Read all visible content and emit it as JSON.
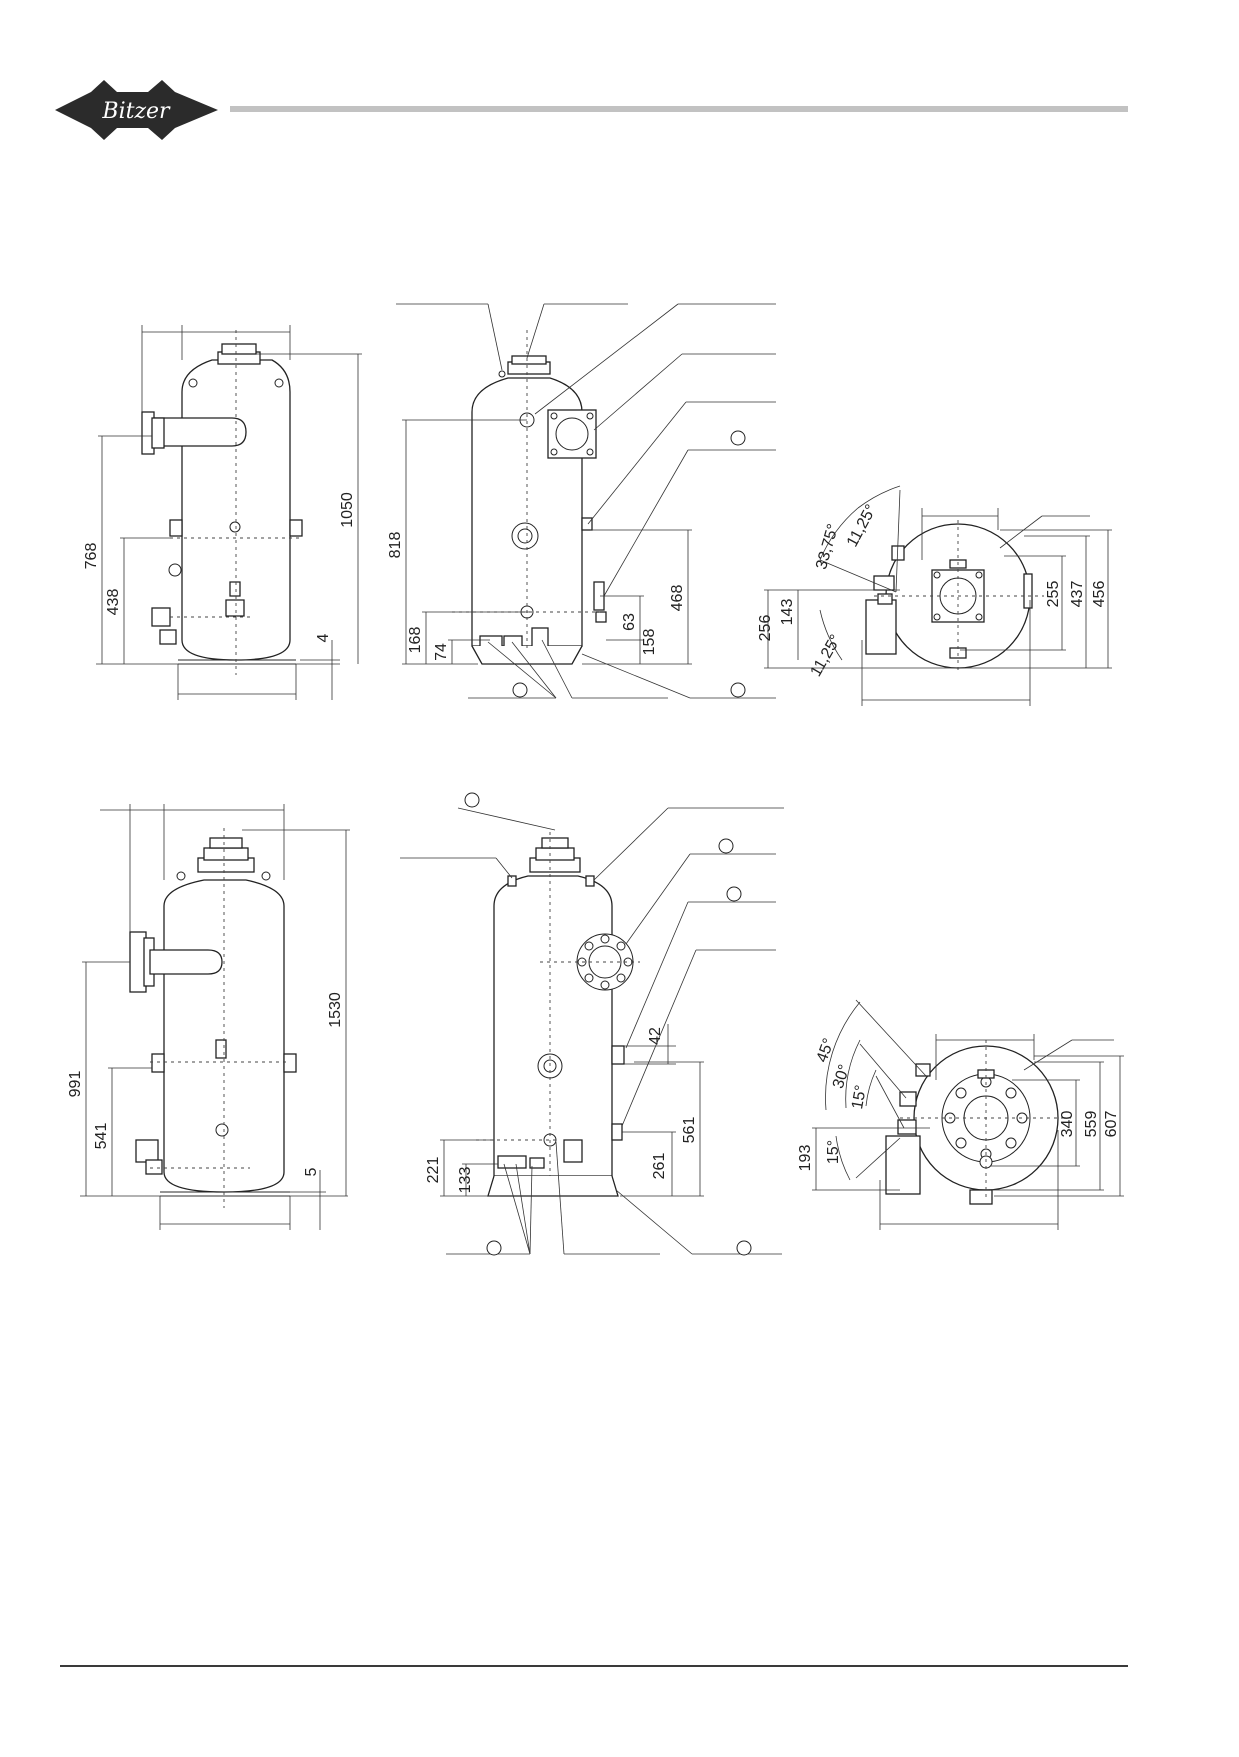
{
  "header": {
    "logo_text": "Bitzer",
    "colors": {
      "logo": "#2b2b2b",
      "rule": "#c2c2c2",
      "footer_rule": "#3a3a3a"
    }
  },
  "drawing_upper": {
    "front_dims": [
      "768",
      "438",
      "1050",
      "4"
    ],
    "side_dims": [
      "818",
      "168",
      "74",
      "63",
      "158",
      "468"
    ],
    "top_dims": [
      "33,75°",
      "11,25°",
      "256",
      "143",
      "11,25°",
      "255",
      "437",
      "456"
    ]
  },
  "drawing_lower": {
    "front_dims": [
      "991",
      "541",
      "1530",
      "5"
    ],
    "side_dims": [
      "42",
      "221",
      "133",
      "261",
      "561"
    ],
    "top_dims": [
      "45°",
      "30°",
      "15°",
      "193",
      "15°",
      "340",
      "559",
      "607"
    ]
  }
}
